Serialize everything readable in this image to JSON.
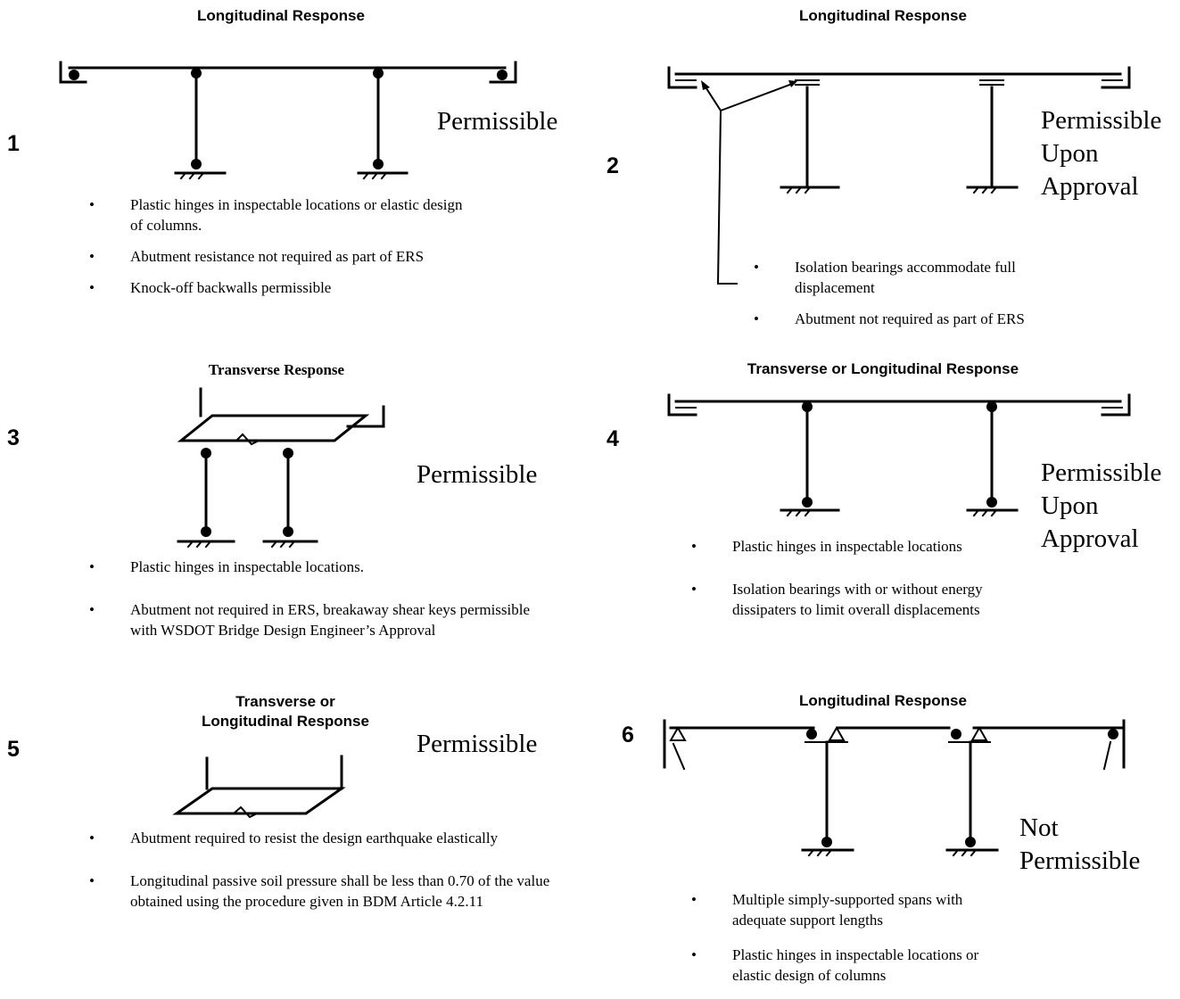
{
  "panels": {
    "p1": {
      "number": "1",
      "header": "Longitudinal Response",
      "status": [
        "Permissible"
      ],
      "bullets": [
        "Plastic hinges in inspectable locations or elastic design of columns.",
        "Abutment resistance not required as part of ERS",
        "Knock-off backwalls permissible"
      ]
    },
    "p2": {
      "number": "2",
      "header": "Longitudinal Response",
      "status": [
        "Permissible",
        "Upon",
        "Approval"
      ],
      "bullets": [
        "Isolation bearings accommodate full displacement",
        "Abutment not required as part of ERS"
      ]
    },
    "p3": {
      "number": "3",
      "header": "Transverse Response",
      "status": [
        "Permissible"
      ],
      "bullets": [
        "Plastic hinges in inspectable locations.",
        "Abutment not required in ERS, breakaway shear keys permissible with WSDOT Bridge Design Engineer’s Approval"
      ]
    },
    "p4": {
      "number": "4",
      "header": "Transverse or Longitudinal Response",
      "status": [
        "Permissible",
        "Upon",
        "Approval"
      ],
      "bullets": [
        "Plastic hinges in inspectable locations",
        "Isolation bearings with or without energy dissipaters to limit overall displacements"
      ]
    },
    "p5": {
      "number": "5",
      "header_lines": [
        "Transverse or",
        "Longitudinal Response"
      ],
      "status": [
        "Permissible"
      ],
      "bullets": [
        "Abutment required to resist the design earthquake elastically",
        "Longitudinal passive soil pressure shall be less than 0.70 of the value obtained using the procedure given in  BDM Article 4.2.11"
      ]
    },
    "p6": {
      "number": "6",
      "header": "Longitudinal Response",
      "status": [
        "Not",
        "Permissible"
      ],
      "bullets": [
        "Multiple simply-supported spans with adequate support lengths",
        "Plastic hinges in inspectable locations or elastic design of columns"
      ]
    }
  }
}
